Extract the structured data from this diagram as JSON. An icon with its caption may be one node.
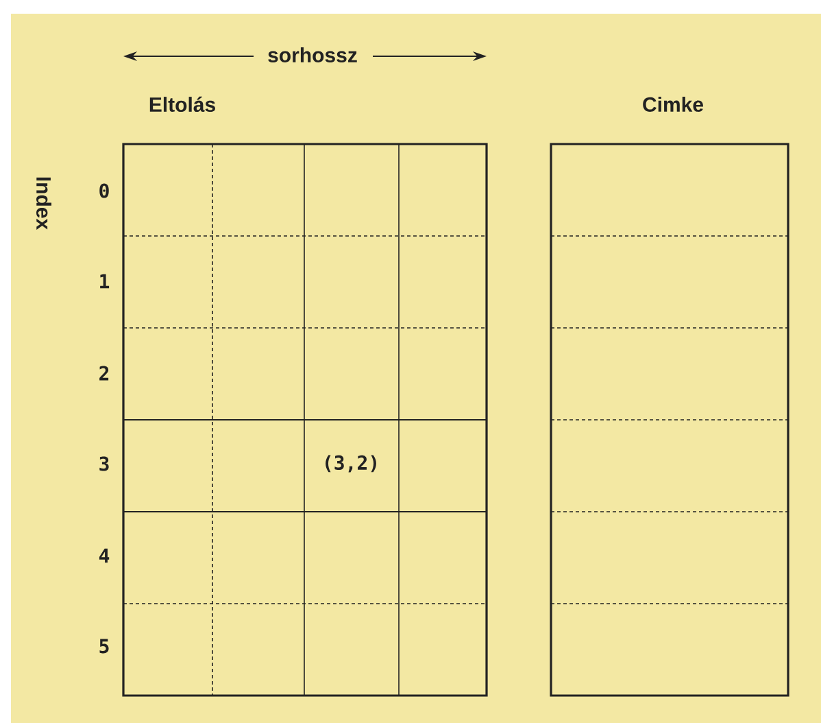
{
  "diagram": {
    "nodes": [
      {
        "text": [
          "Eltolás"
        ]
      },
      {
        "text": [
          "Cimke"
        ]
      }
    ],
    "edges": [],
    "labels": [
      "sorhossz",
      "Index",
      "0",
      "1",
      "2",
      "3",
      "4",
      "5",
      "(3,2)"
    ]
  }
}
